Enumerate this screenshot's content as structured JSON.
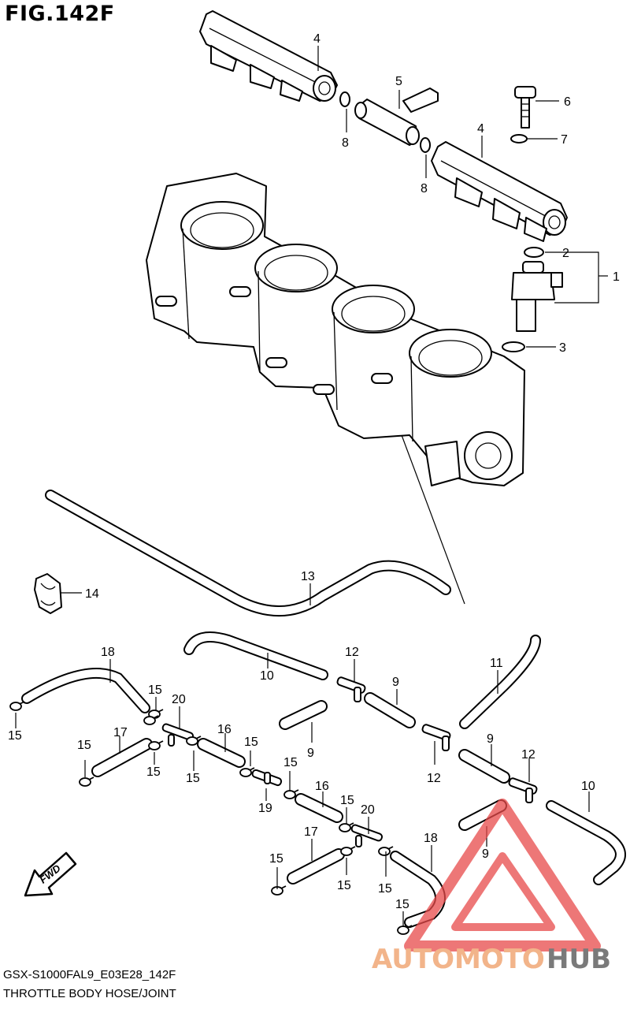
{
  "figure": {
    "title": "FIG.142F",
    "code": "GSX-S1000FAL9_E03E28_142F",
    "caption": "THROTTLE BODY HOSE/JOINT"
  },
  "fwd_label": "FWD",
  "callouts": {
    "c1": "1",
    "c2": "2",
    "c3": "3",
    "c4a": "4",
    "c4b": "4",
    "c5": "5",
    "c6": "6",
    "c7": "7",
    "c8a": "8",
    "c8b": "8",
    "c9a": "9",
    "c9b": "9",
    "c9c": "9",
    "c9d": "9",
    "c10a": "10",
    "c10b": "10",
    "c11": "11",
    "c12a": "12",
    "c12b": "12",
    "c12c": "12",
    "c13": "13",
    "c14": "14",
    "c15a": "15",
    "c15b": "15",
    "c15c": "15",
    "c15d": "15",
    "c15e": "15",
    "c15f": "15",
    "c15g": "15",
    "c15h": "15",
    "c15i": "15",
    "c15j": "15",
    "c15k": "15",
    "c15l": "15",
    "c16a": "16",
    "c16b": "16",
    "c17a": "17",
    "c17b": "17",
    "c18a": "18",
    "c18b": "18",
    "c19": "19",
    "c20a": "20",
    "c20b": "20"
  },
  "watermark": {
    "part1": "AUTOMOTO",
    "part2": "HUB",
    "color1": "#f2b48a",
    "color2": "#7a7a7a",
    "triangle_color": "#e84a4a"
  }
}
